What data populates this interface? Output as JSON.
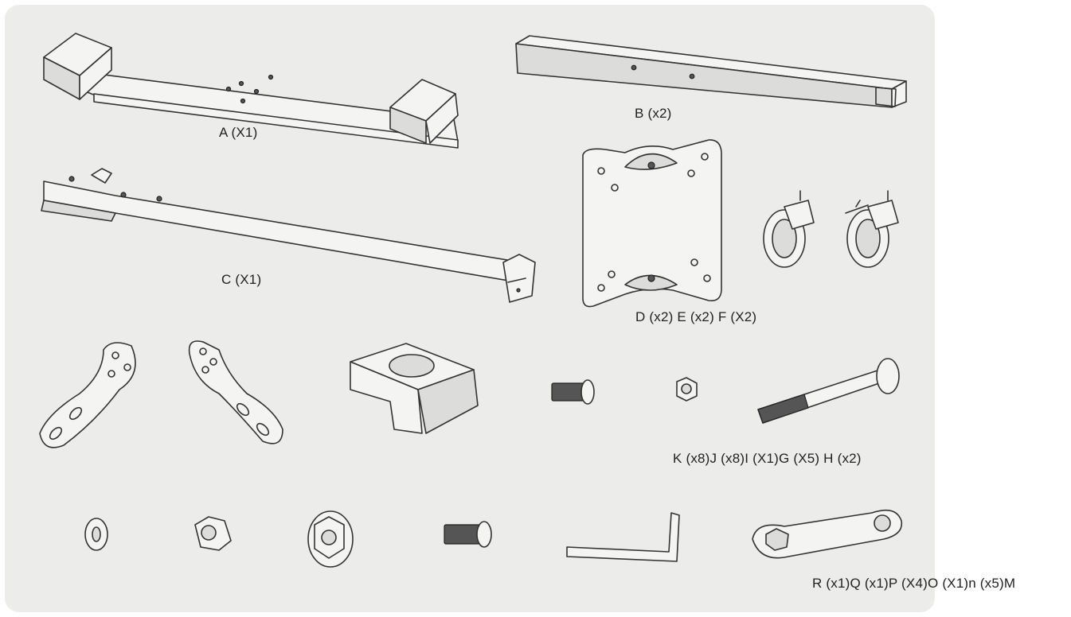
{
  "parts": {
    "a": "A (X1)",
    "b": "B (x2)",
    "c": "C (X1)",
    "def": "D (x2) E (x2) F (X2)",
    "ghijk": "K (x8)J (x8)I (X1)G (X5) H (x2)",
    "mnopqr": "R (x1)Q (x1)P (X4)O (X1)n (x5)M"
  }
}
